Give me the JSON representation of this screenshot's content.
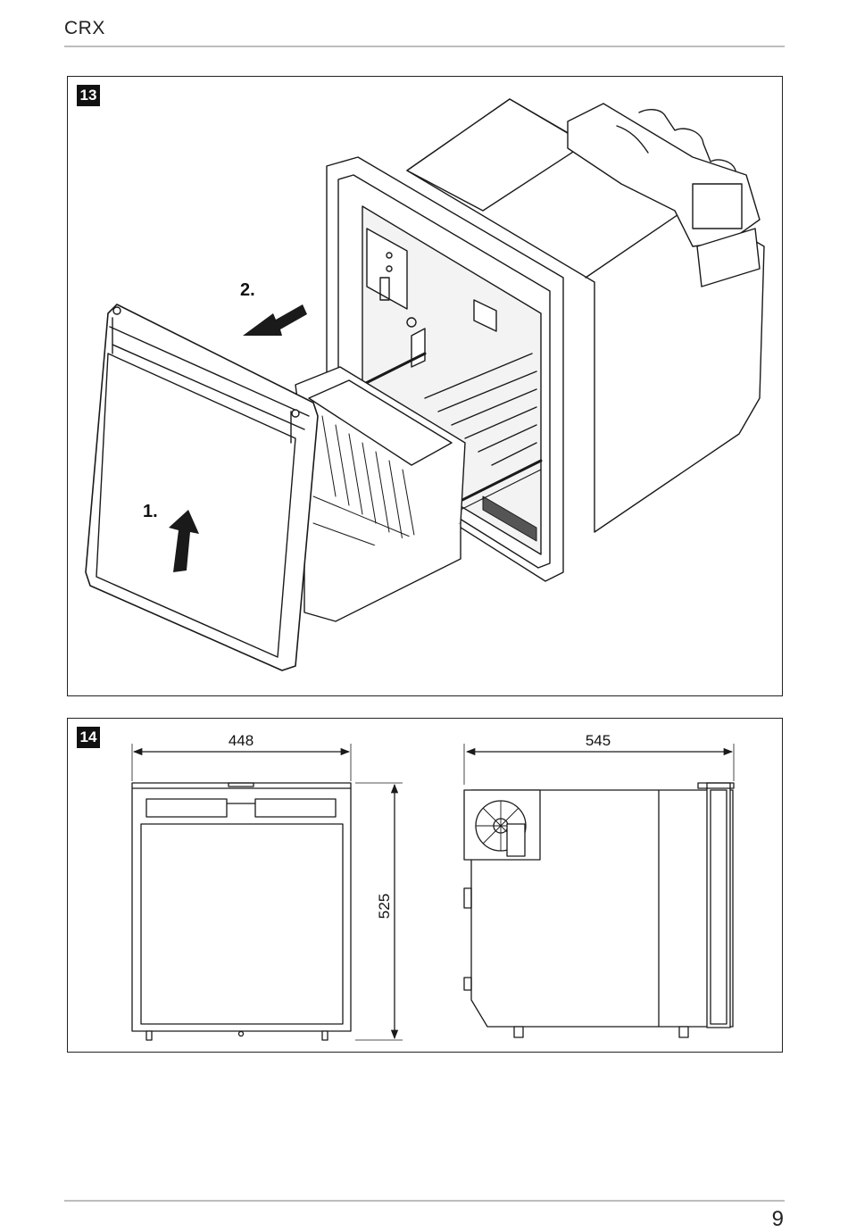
{
  "header": {
    "title": "CRX"
  },
  "figures": [
    {
      "number": "13",
      "steps": [
        {
          "label": "1."
        },
        {
          "label": "2."
        }
      ]
    },
    {
      "number": "14",
      "dimensions": {
        "width": "448",
        "height": "525",
        "depth": "545"
      }
    }
  ],
  "footer": {
    "page_number": "9"
  }
}
